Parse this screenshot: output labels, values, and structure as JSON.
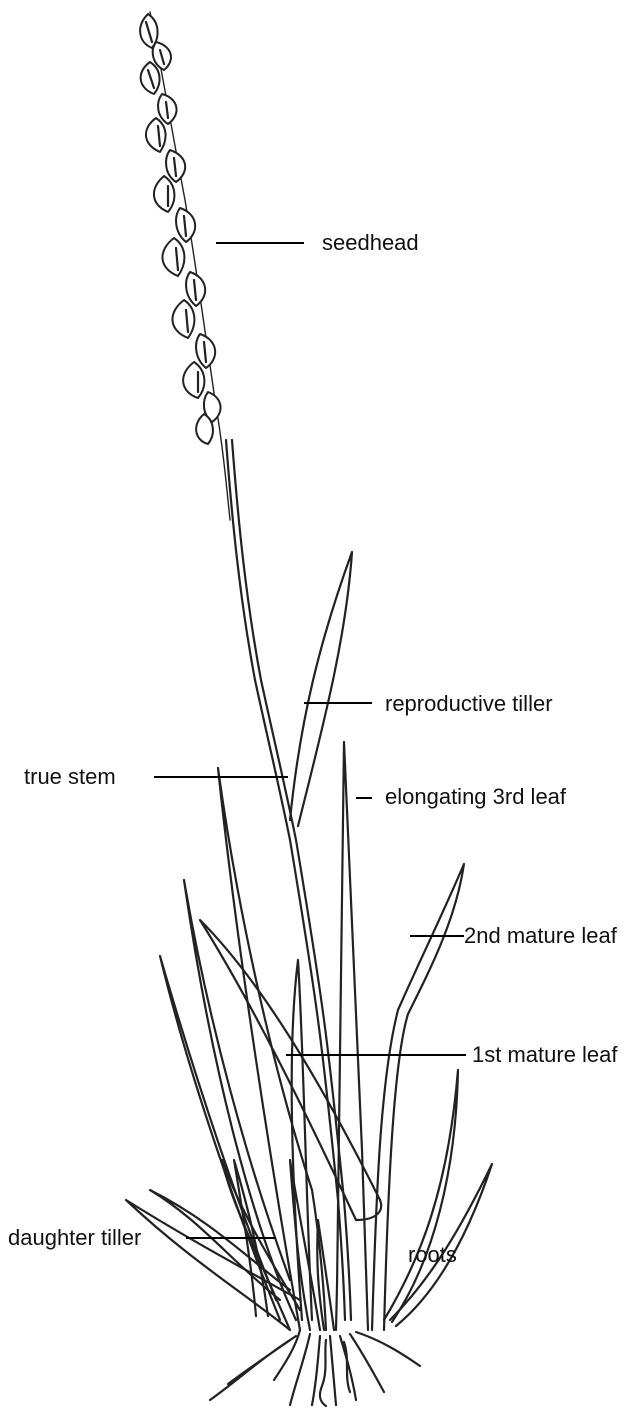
{
  "labels": {
    "seedhead": "seedhead",
    "reproductive_tiller": "reproductive tiller",
    "true_stem": "true stem",
    "elongating_3rd_leaf": "elongating 3rd leaf",
    "mature_leaf_2": "2nd mature leaf",
    "mature_leaf_1": "1st mature leaf",
    "daughter_tiller": "daughter tiller",
    "roots": "roots"
  },
  "colors": {
    "ink": "#222222",
    "background": "#ffffff"
  }
}
